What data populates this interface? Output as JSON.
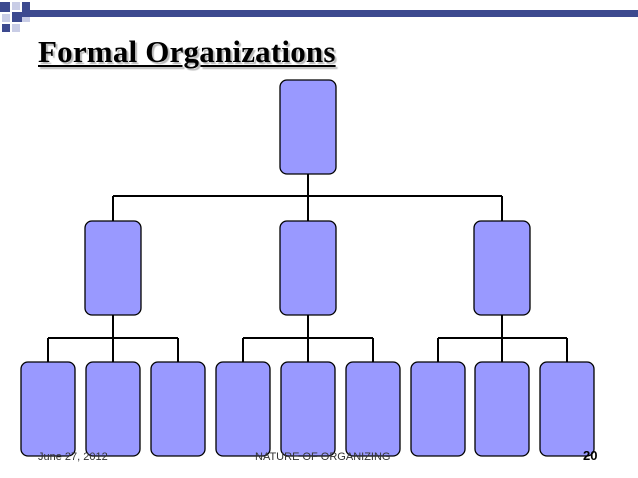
{
  "slide": {
    "title": "Formal Organizations",
    "footer_date": "June 27, 2012",
    "footer_center": "NATURE OF ORGANIZING",
    "page_number": "20"
  },
  "colors": {
    "box_fill": "#9999ff",
    "box_stroke": "#000000",
    "accent": "#3d4a8f",
    "corner_dark": "#3d4a8f",
    "corner_light": "#c9cde6"
  },
  "org_chart": {
    "levels": 3,
    "children_per_node": 3,
    "box_labels": "none"
  }
}
